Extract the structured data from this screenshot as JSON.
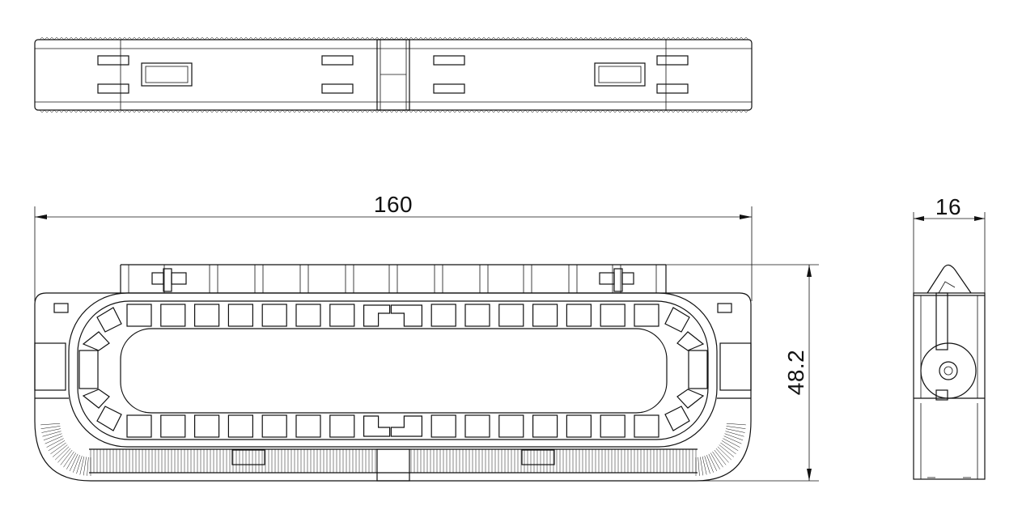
{
  "drawing": {
    "line_color": "#111111",
    "background": "#ffffff",
    "dimensions": {
      "length": "160",
      "height": "48.2",
      "width": "16"
    }
  }
}
